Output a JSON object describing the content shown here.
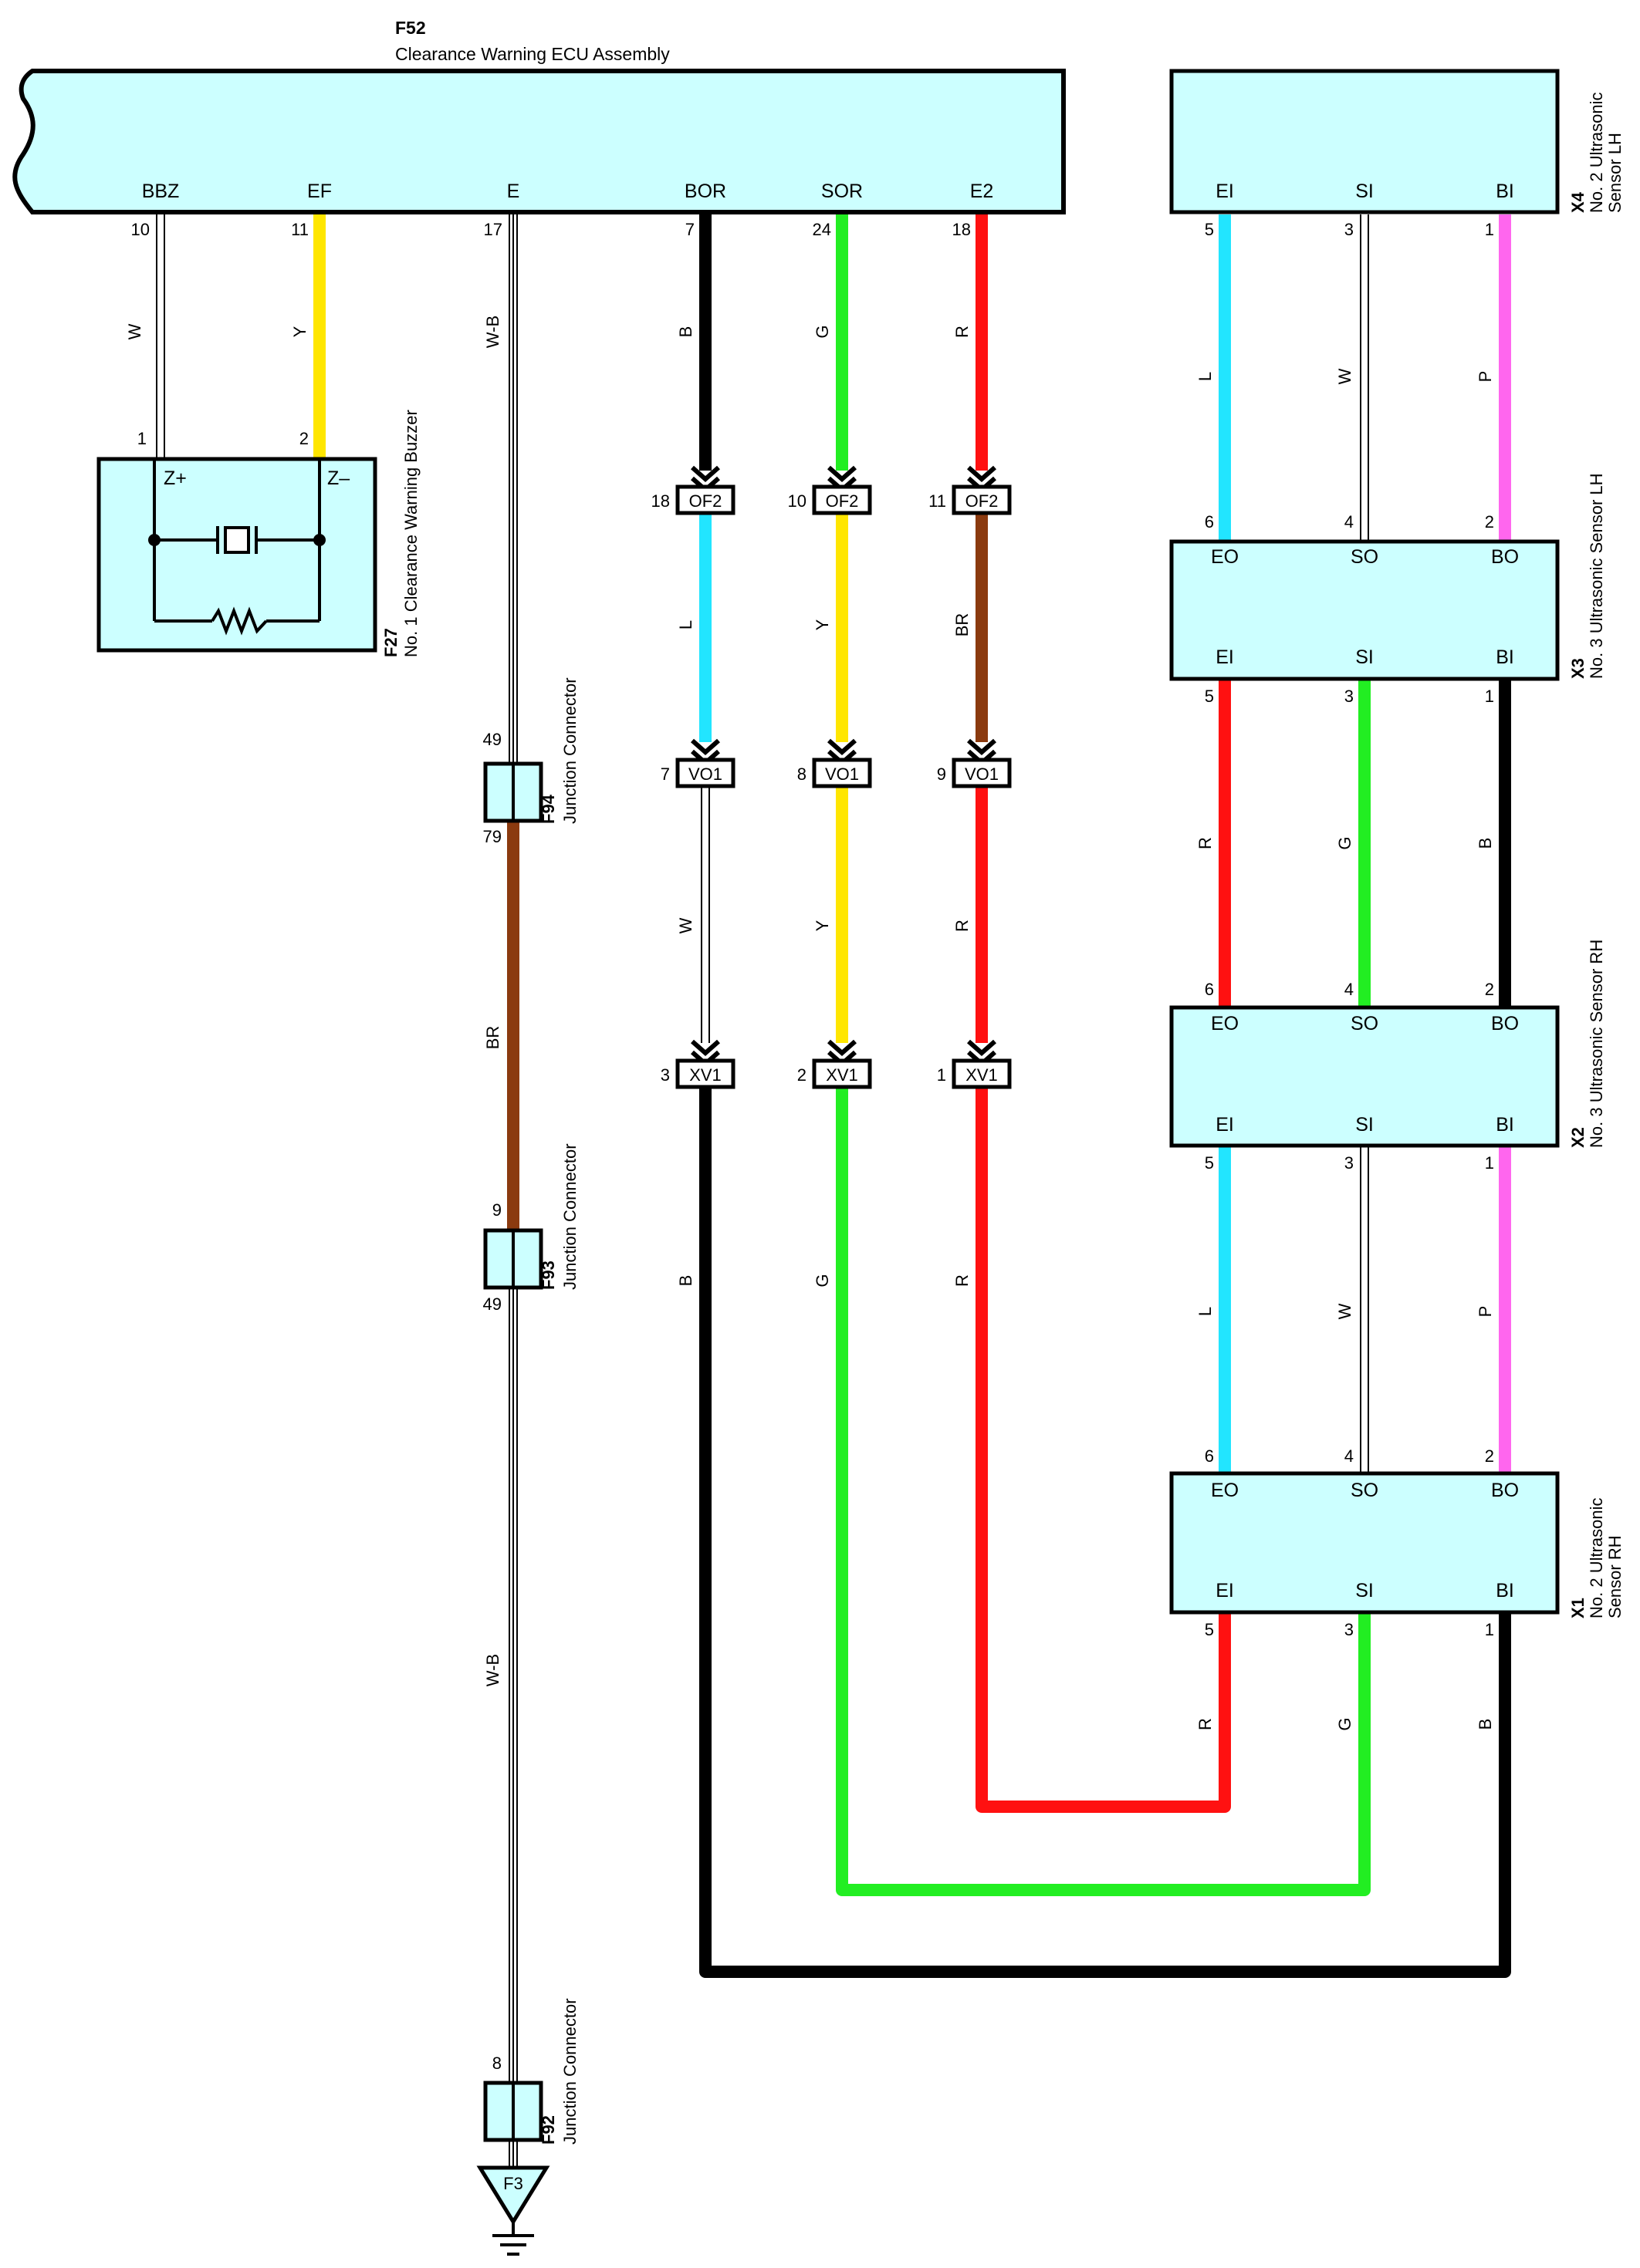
{
  "colors": {
    "box_fill": "#ccffff",
    "W": "#ffffff",
    "Y": "#ffe600",
    "B": "#000000",
    "G": "#22ee22",
    "R": "#ff1111",
    "L": "#22e5ff",
    "BR": "#8b3a0f",
    "P": "#ff66ee",
    "W-B": "#ffffff"
  },
  "ecu": {
    "id": "F52",
    "name": "Clearance Warning ECU Assembly",
    "terminals": [
      "BBZ",
      "EF",
      "E",
      "BOR",
      "SOR",
      "E2"
    ]
  },
  "buzzer": {
    "id": "F27",
    "name": "No. 1 Clearance Warning Buzzer",
    "terminals": [
      "Z+",
      "Z–"
    ]
  },
  "sensors": {
    "x4": {
      "id": "X4",
      "name_1": "No. 2 Ultrasonic",
      "name_2": "Sensor LH"
    },
    "x3": {
      "id": "X3",
      "name_1": "No. 3 Ultrasonic Sensor LH"
    },
    "x2": {
      "id": "X2",
      "name_1": "No. 3 Ultrasonic Sensor RH"
    },
    "x1": {
      "id": "X1",
      "name_1": "No. 2 Ultrasonic",
      "name_2": "Sensor RH"
    },
    "terminals_in": [
      "EI",
      "SI",
      "BI"
    ],
    "terminals_out": [
      "EO",
      "SO",
      "BO"
    ]
  },
  "junctions": {
    "f94": {
      "id": "F94",
      "name": "Junction Connector"
    },
    "f93": {
      "id": "F93",
      "name": "Junction Connector"
    },
    "f92": {
      "id": "F92",
      "name": "Junction Connector"
    }
  },
  "ground": {
    "label": "F3"
  },
  "inline_connectors": {
    "of2": "OF2",
    "vo1": "VO1",
    "xv1": "XV1"
  },
  "pins": {
    "ecu": [
      "10",
      "11",
      "17",
      "7",
      "24",
      "18"
    ],
    "buzzer": [
      "1",
      "2"
    ],
    "of2": [
      "18",
      "10",
      "11"
    ],
    "vo1": [
      "7",
      "8",
      "9"
    ],
    "xv1": [
      "3",
      "2",
      "1"
    ],
    "f94": [
      "49",
      "79"
    ],
    "f93": [
      "9",
      "49"
    ],
    "f92": [
      "8"
    ],
    "sensor_in": [
      "5",
      "3",
      "1"
    ],
    "sensor_out": [
      "6",
      "4",
      "2"
    ]
  },
  "wire_labels": {
    "bbz": "W",
    "ef": "Y",
    "e_top": "W-B",
    "bor": "B",
    "sor": "G",
    "e2": "R",
    "of2_vo1": [
      "L",
      "Y",
      "BR"
    ],
    "vo1_xv1": [
      "W",
      "Y",
      "R"
    ],
    "xv1_down": [
      "B",
      "G",
      "R"
    ],
    "br_junction": "BR",
    "e_bottom": "W-B",
    "x4_x3": [
      "L",
      "W",
      "P"
    ],
    "x3_x2": [
      "R",
      "G",
      "B"
    ],
    "x2_x1": [
      "L",
      "W",
      "P"
    ],
    "x1_down": [
      "R",
      "G",
      "B"
    ]
  }
}
